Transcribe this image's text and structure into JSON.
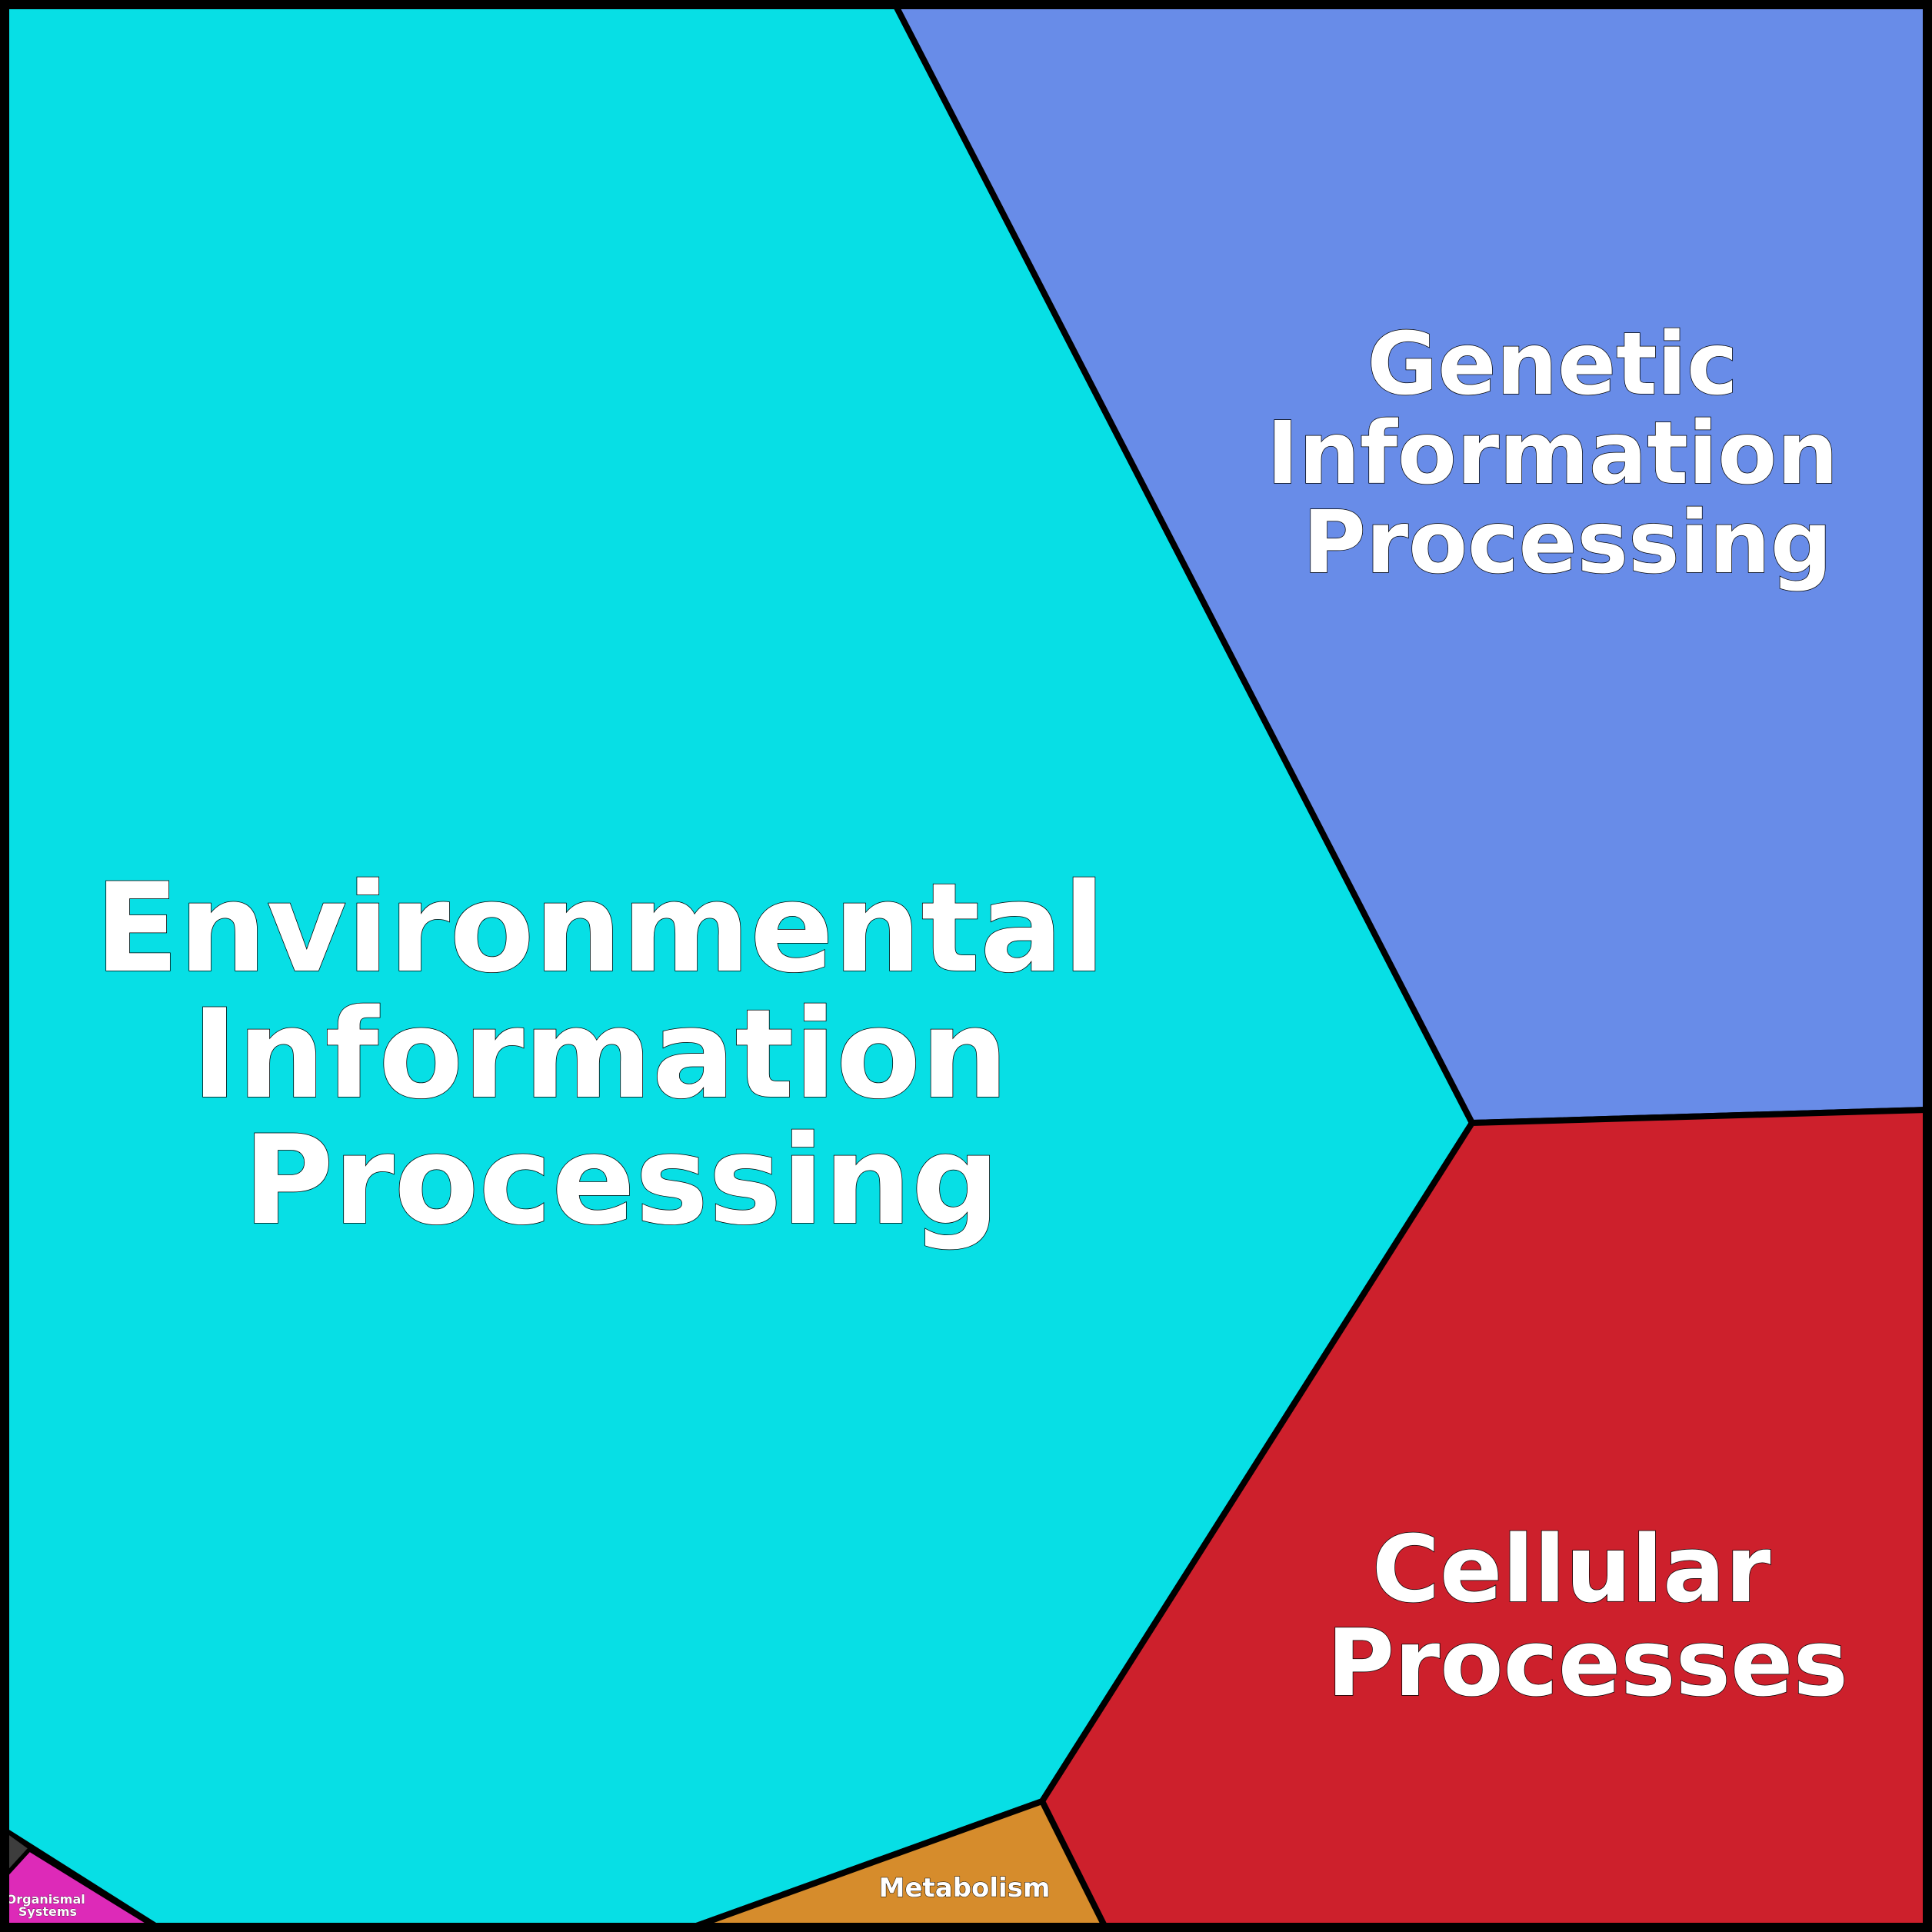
{
  "categories": [
    {
      "id": "environmental",
      "name_lines": [
        "Environmental",
        "Information",
        "Processing"
      ],
      "color": "#07dfe5"
    },
    {
      "id": "genetic",
      "name_lines": [
        "Genetic",
        "Information",
        "Processing"
      ],
      "color": "#688ce8"
    },
    {
      "id": "cellular",
      "name_lines": [
        "Cellular",
        "Processes"
      ],
      "color": "#cd202c"
    },
    {
      "id": "metabolism",
      "name_lines": [
        "Metabolism"
      ],
      "color": "#d68c2c"
    },
    {
      "id": "organismal",
      "name_lines": [
        "Organismal",
        "Systems"
      ],
      "color": "#dd2ab8"
    },
    {
      "id": "minor",
      "name_lines": [],
      "color": "#3d3d3d"
    }
  ]
}
